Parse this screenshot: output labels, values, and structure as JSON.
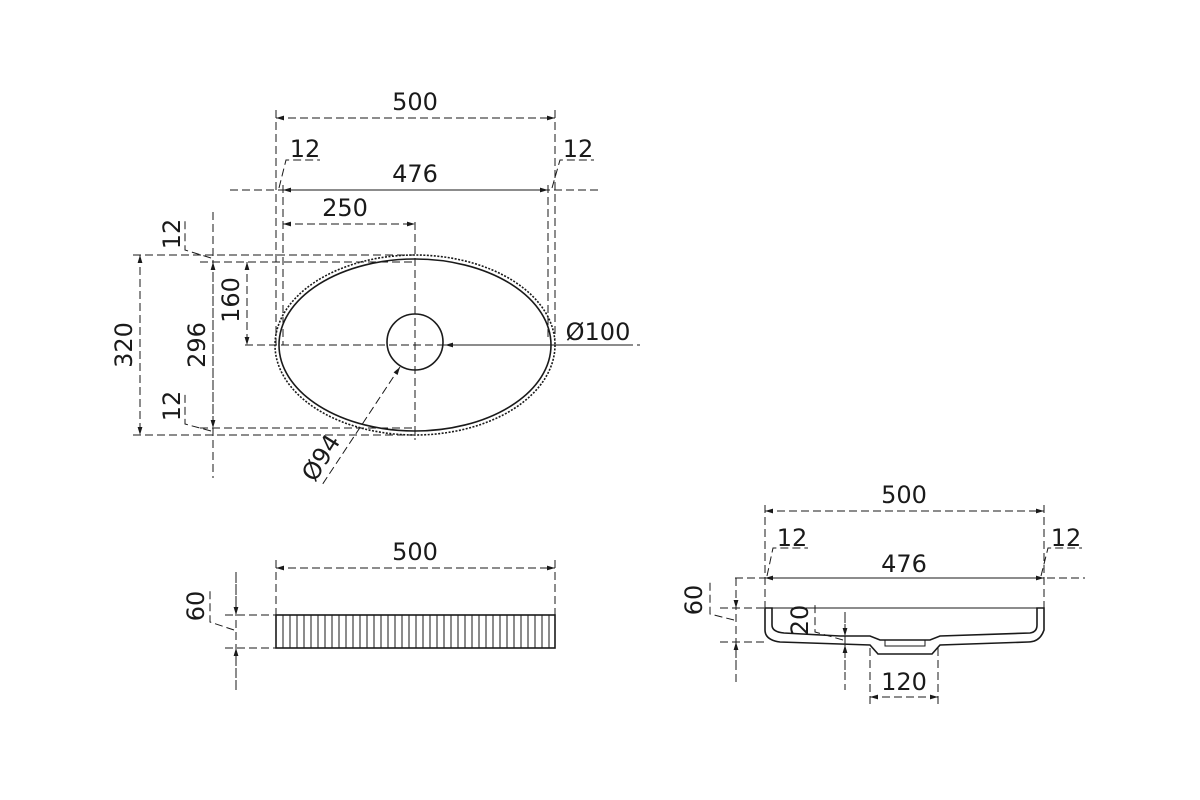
{
  "top_view": {
    "overall_width": "500",
    "inner_width": "476",
    "rim_left": "12",
    "rim_right": "12",
    "center_offset": "250",
    "overall_depth": "320",
    "inner_depth": "296",
    "rim_top": "12",
    "rim_bottom": "12",
    "center_depth": "160",
    "drain_diameter": "Ø100",
    "inner_diameter": "Ø94"
  },
  "side_view": {
    "width": "500",
    "height": "60"
  },
  "section_view": {
    "overall_width": "500",
    "inner_width": "476",
    "rim_left": "12",
    "rim_right": "12",
    "height": "60",
    "bottom_thickness": "20",
    "drain_width": "120"
  },
  "colors": {
    "line": "#1a1a1a",
    "background": "#ffffff"
  }
}
